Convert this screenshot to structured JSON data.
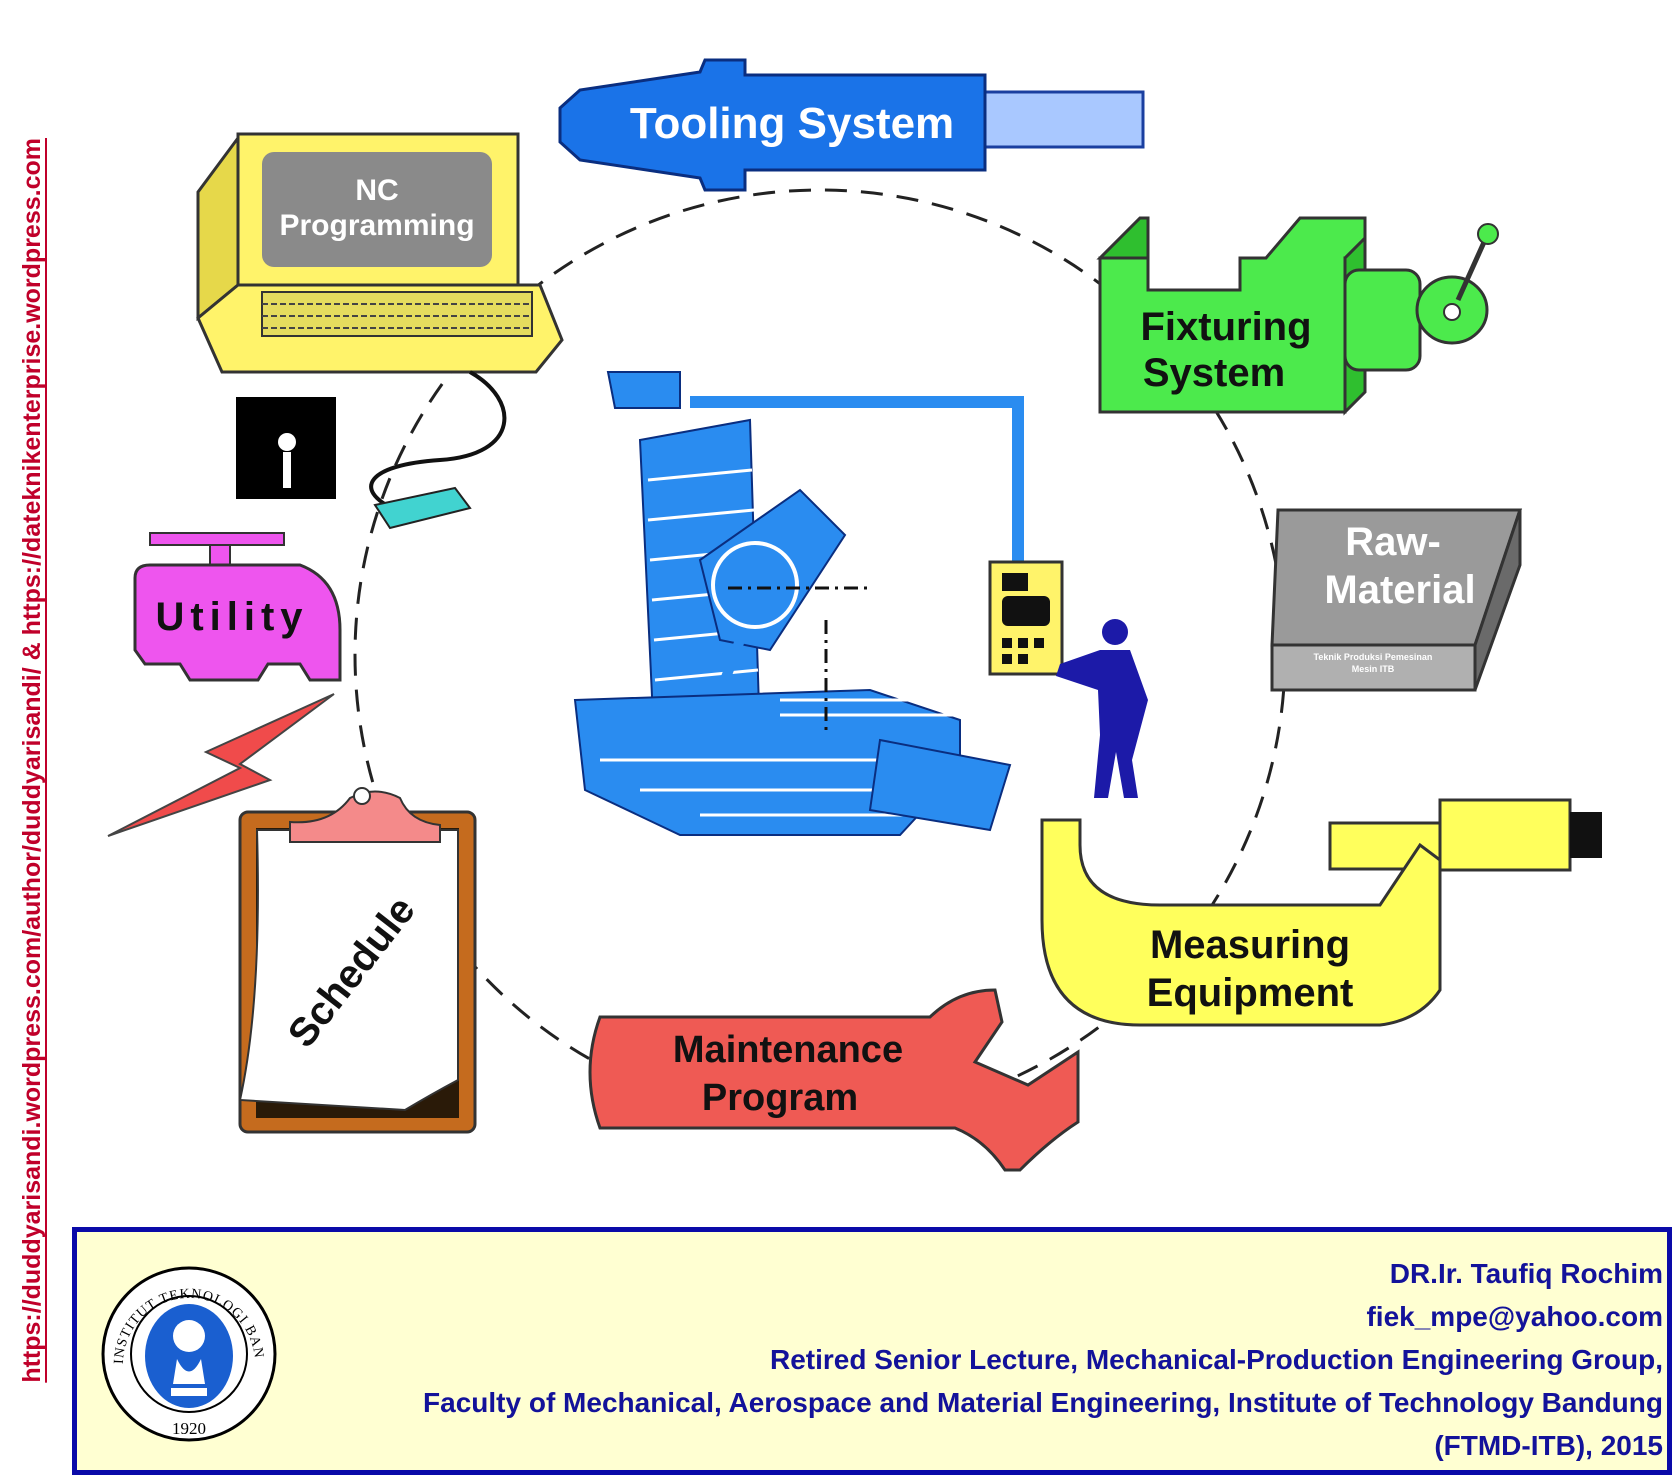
{
  "side_url": "https://duddyarisandi.wordpress.com/author/duddyarisandi/ & https://dateknikenterprise.wordpress.com",
  "labels": {
    "tooling": "Tooling  System",
    "nc_line1": "NC",
    "nc_line2": "Programming",
    "fixturing_line1": "Fixturing",
    "fixturing_line2": "System",
    "raw_line1": "Raw-",
    "raw_line2": "Material",
    "raw_small_line1": "Teknik Produksi Pemesinan",
    "raw_small_line2": "Mesin ITB",
    "utility": "Utility",
    "schedule": "Schedule",
    "maintenance_line1": "Maintenance",
    "maintenance_line2": "Program",
    "measuring_line1": "Measuring",
    "measuring_line2": "Equipment"
  },
  "footer": {
    "name": "DR.Ir. Taufiq Rochim",
    "email": "fiek_mpe@yahoo.com",
    "line3": "Retired Senior Lecture, Mechanical-Production Engineering Group,",
    "line4": "Faculty of Mechanical, Aerospace and Material Engineering, Institute of Technology Bandung",
    "line5": "(FTMD-ITB), 2015",
    "logo_ring_text": "INSTITUT TEKNOLOGI BANDUNG",
    "logo_year": "1920"
  },
  "colors": {
    "tooling": "#1a73e8",
    "nc_terminal": "#fff36a",
    "fixturing": "#4cea4c",
    "raw_material": "#9a9a9a",
    "utility": "#ee55ee",
    "lightning": "#f04b4b",
    "schedule_board": "#c56b1e",
    "maintenance": "#ef5a54",
    "measuring": "#ffff5c",
    "machine": "#2a8cf0",
    "operator": "#1c1aa8",
    "footer_border": "#0a0aa8",
    "footer_bg": "#ffffd2",
    "footer_text": "#13129a",
    "side_url": "#c0002a"
  }
}
